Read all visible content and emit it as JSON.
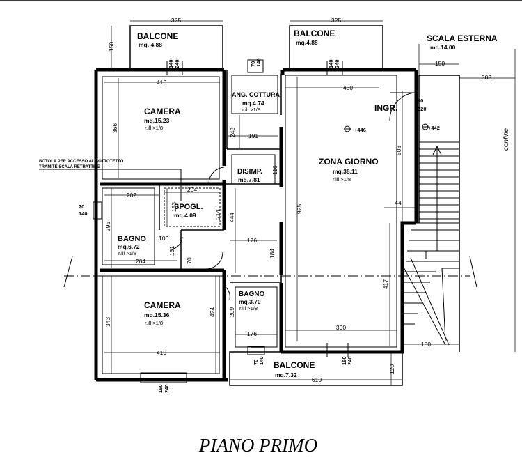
{
  "plan_title": "PIANO PRIMO",
  "rooms": {
    "balcone_top_left": {
      "name": "BALCONE",
      "area": "mq. 4.88"
    },
    "balcone_top_right": {
      "name": "BALCONE",
      "area": "mq.4.88"
    },
    "scala_esterna": {
      "name": "SCALA ESTERNA",
      "area": "mq.14.00"
    },
    "camera_top": {
      "name": "CAMERA",
      "area": "mq.15.23",
      "ratio": "r.ill >1/8"
    },
    "ang_cottura": {
      "name": "ANG. COTTURA",
      "area": "mq.4.74",
      "ratio": "r.ill >1/8"
    },
    "ingresso": {
      "name": "INGR."
    },
    "zona_giorno": {
      "name": "ZONA GIORNO",
      "area": "mq.38.11",
      "ratio": "r.ill >1/8"
    },
    "disimpegno": {
      "name": "DISIMP.",
      "area": "mq.7.81"
    },
    "spogliatoio": {
      "name": "SPOGL.",
      "area": "mq.4.09"
    },
    "bagno_left": {
      "name": "BAGNO",
      "area": "mq.6.72",
      "ratio": "r.ill >1/8"
    },
    "bagno_right": {
      "name": "BAGNO",
      "area": "mq.3.70",
      "ratio": "r.ill >1/8"
    },
    "camera_bottom": {
      "name": "CAMERA",
      "area": "mq.15.36",
      "ratio": "r.ill >1/8"
    },
    "balcone_bottom": {
      "name": "BALCONE",
      "area": "mq.7.32"
    }
  },
  "labels": {
    "confine": "confine",
    "botola_line1": "BOTOLA PER ACCESSO AL SOTTOTETTO",
    "botola_line2": "TRAMITE SCALA RETRATTILE",
    "elev_446": "+446",
    "elev_442": "+442"
  },
  "dimensions": {
    "balcone_tl_width": "325",
    "balcone_tr_width": "325",
    "balcone_depth": "150",
    "scala_150_top": "150",
    "scala_303": "303",
    "camera_top_width": "416",
    "camera_top_height": "366",
    "ang_cottura_win_w": "70",
    "ang_cottura_win_h": "140",
    "cam_win_w": "140",
    "cam_win_h": "240",
    "zg_win_w": "140",
    "zg_win_h": "240",
    "zona_giorno_width": "430",
    "ingr_door_w": "90",
    "ingr_door_h": "220",
    "ang_cottura_height": "248",
    "corridor_width": "191",
    "disimp_height": "116",
    "zona_giorno_height": "508",
    "total_height": "925",
    "step_44": "44",
    "bagno_width": "202",
    "bagno_height": "295",
    "spogl_width": "204",
    "spogl_height": "153",
    "spogl_width_2": "214",
    "disimp_444": "444",
    "bagno_door_100": "100",
    "bagno_131": "131",
    "bagno_264": "264",
    "door_70": "70",
    "corridor_176": "176",
    "corridor_184": "184",
    "zg_lower_417": "417",
    "left_window_w": "70",
    "left_window_h": "140",
    "camera_bot_height": "343",
    "camera_bot_right": "424",
    "bagno_r_height": "209",
    "bagno_r_width": "176",
    "zg_lower_width": "390",
    "camera_bot_width": "419",
    "scala_150_bottom": "150",
    "balcone_b_width": "610",
    "balcone_b_depth": "120",
    "bagno_r_win_w": "70",
    "bagno_r_win_h": "140",
    "balcone_b_win_w": "160",
    "balcone_b_win_h": "240",
    "camera_bot_win_w": "160",
    "camera_bot_win_h": "240"
  }
}
